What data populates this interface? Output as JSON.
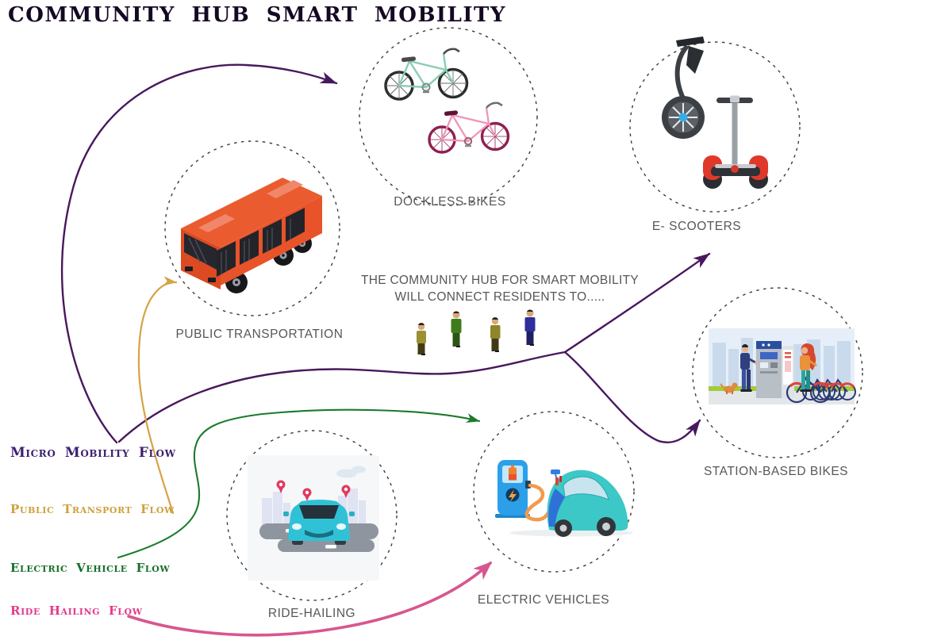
{
  "title": "COMMUNITY HUB SMART MOBILITY",
  "center": {
    "line1": "THE COMMUNITY HUB FOR SMART MOBILITY",
    "line2": "WILL CONNECT RESIDENTS TO....."
  },
  "nodes": [
    {
      "id": "dockless-bikes",
      "label": "DOCKLESS BIKES"
    },
    {
      "id": "e-scooters",
      "label": "E- SCOOTERS"
    },
    {
      "id": "public-transportation",
      "label": "PUBLIC TRANSPORTATION"
    },
    {
      "id": "station-based-bikes",
      "label": "STATION-BASED BIKES"
    },
    {
      "id": "electric-vehicles",
      "label": "ELECTRIC VEHICLES"
    },
    {
      "id": "ride-hailing",
      "label": "RIDE-HAILING"
    }
  ],
  "legend": [
    {
      "id": "micro-mobility",
      "label": "Micro Mobility Flow",
      "color": "#3d2070"
    },
    {
      "id": "public-transport",
      "label": "Public Transport Flow",
      "color": "#cfa03c"
    },
    {
      "id": "electric-vehicle",
      "label": "Electric Vehicle Flow",
      "color": "#156f28"
    },
    {
      "id": "ride-hailing",
      "label": "Ride Hailing Flow",
      "color": "#e23a8e"
    }
  ],
  "colors": {
    "micro_mobility_flow": "#48185e",
    "public_transport_flow": "#d5a345",
    "electric_vehicle_flow": "#1b7b2c",
    "ride_hailing_flow": "#d8568f",
    "node_label_text": "#56575a",
    "title_text": "#150823",
    "circle_dash": "#3c3c3c"
  },
  "icons": {
    "dockless_bikes": "two-bicycles",
    "e_scooters": "segway-scooters",
    "public_transportation": "city-bus",
    "station_based_bikes": "bike-share-station",
    "electric_vehicles": "ev-charging-car",
    "ride_hailing": "taxi-car-city",
    "residents": "four-person-figures"
  }
}
